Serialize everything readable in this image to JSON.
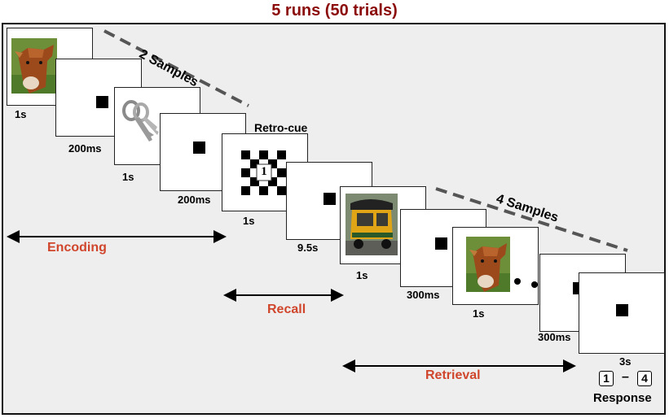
{
  "title": "5 runs (50 trials)",
  "phases": {
    "encoding": "Encoding",
    "recall": "Recall",
    "retrieval": "Retrieval"
  },
  "samples": {
    "encoding": "2 Samples",
    "retrieval": "4 Samples"
  },
  "durations": {
    "f1": "1s",
    "f2": "200ms",
    "f3": "1s",
    "f4": "200ms",
    "f5": "1s",
    "f6": "9.5s",
    "f7": "1s",
    "f8": "300ms",
    "f9": "1s",
    "f10": "300ms",
    "f11": "3s"
  },
  "retro_cue": {
    "label": "Retro-cue",
    "number": "1"
  },
  "response": {
    "label": "Response",
    "key_left": "1",
    "dash": "–",
    "key_right": "4"
  },
  "colors": {
    "title": "#8b0a0a",
    "phase": "#d0462c",
    "dashed": "#555555",
    "panel": "#eeeeee"
  },
  "icons": [
    "cow-image",
    "keys-image",
    "auto-rickshaw-image",
    "checkerboard-icon",
    "fixation-square-icon"
  ]
}
